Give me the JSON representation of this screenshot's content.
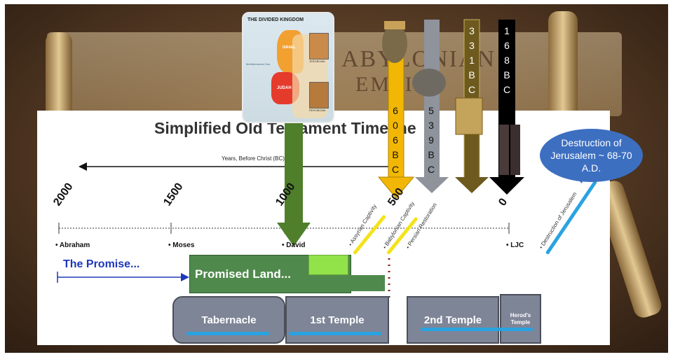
{
  "background": {
    "bg_text_top": "ABYLONIAN",
    "bg_text_bottom": "EMPIRE"
  },
  "timeline": {
    "title": "Simplified Old Testament Timeline",
    "axis_label": "Years, Before Christ (BC)",
    "year_ticks": [
      "2000",
      "1500",
      "1000",
      "500",
      "0"
    ],
    "people": [
      {
        "label": "• Abraham"
      },
      {
        "label": "• Moses"
      },
      {
        "label": "• David"
      },
      {
        "label": "• LJC"
      }
    ],
    "events": [
      "• Assyrian Captivity",
      "• Babylonian Captivity",
      "• Persian Restoration",
      "• Destruction of Jerusalem"
    ],
    "promise_label": "The Promise...",
    "promised_land_label": "Promised Land...",
    "structures": {
      "tabernacle": "Tabernacle",
      "first_temple": "1st Temple",
      "second_temple": "2nd Temple",
      "herods_temple_line1": "Herod's",
      "herods_temple_line2": "Temple"
    }
  },
  "map": {
    "title": "THE DIVIDED KINGDOM",
    "israel_label": "ISRAEL",
    "judah_label": "JUDAH",
    "sea_label": "Mediterranean Sea",
    "jeroboam_label": "JEROBOAM",
    "rehoboam_label": "REHOBOAM"
  },
  "arrows": {
    "a606": [
      "6",
      "0",
      "6",
      "B",
      "C"
    ],
    "a539": [
      "5",
      "3",
      "9",
      "B",
      "C"
    ],
    "a331": [
      "3",
      "3",
      "1",
      "B",
      "C"
    ],
    "a168": [
      "1",
      "6",
      "8",
      "B",
      "C"
    ]
  },
  "callout": {
    "text": "Destruction of Jerusalem ~ 68-70 A.D."
  },
  "colors": {
    "gold": "#f2b705",
    "silver": "#8e939c",
    "bronze": "#6e5a1e",
    "iron": "#000000",
    "green": "#4f8a4c",
    "blue": "#3d6fc1"
  }
}
